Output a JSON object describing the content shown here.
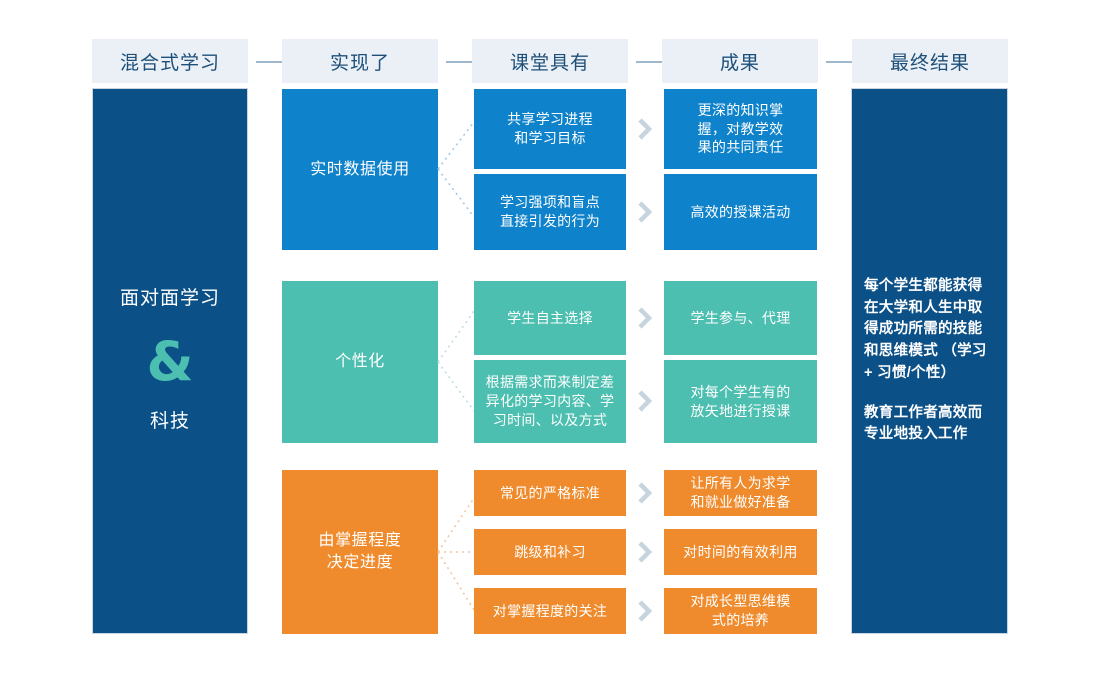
{
  "palette": {
    "navy": "#0b5087",
    "blue": "#0e82ca",
    "teal": "#4cbfb0",
    "orange": "#ef8b2c",
    "chip_bg": "#eaf0f6",
    "chip_text": "#1d4f79",
    "chevron": "#c6d4de",
    "page_bg": "#ffffff"
  },
  "headers": [
    {
      "label": "混合式学习"
    },
    {
      "label": "实现了"
    },
    {
      "label": "课堂具有"
    },
    {
      "label": "成果"
    },
    {
      "label": "最终结果"
    }
  ],
  "left_panel": {
    "line1": "面对面学习",
    "amp": "&",
    "line2": "科技"
  },
  "right_panel": {
    "para1": "每个学生都能获得\n在大学和人生中取\n得成功所需的技能\n和思维模式\n（学习 + 习惯/个性）",
    "para2": "教育工作者高效而\n专业地投入工作"
  },
  "rows": [
    {
      "name": "realtime-data",
      "color": "#0e82ca",
      "driver": "实时数据使用",
      "classroom": [
        "共享学习进程\n和学习目标",
        "学习强项和盲点\n直接引发的行为"
      ],
      "outcomes": [
        "更深的知识掌\n握，对教学效\n果的共同责任",
        "高效的授课活动"
      ]
    },
    {
      "name": "personalization",
      "color": "#4cbfb0",
      "driver": "个性化",
      "classroom": [
        "学生自主选择",
        "根据需求而来制定差\n异化的学习内容、学\n习时间、以及方式"
      ],
      "outcomes": [
        "学生参与、代理",
        "对每个学生有的\n放矢地进行授课"
      ]
    },
    {
      "name": "mastery-based",
      "color": "#ef8b2c",
      "driver": "由掌握程度\n决定进度",
      "classroom": [
        "常见的严格标准",
        "跳级和补习",
        "对掌握程度的关注"
      ],
      "outcomes": [
        "让所有人为求学\n和就业做好准备",
        "对时间的有效利用",
        "对成长型思维模\n式的培养"
      ]
    }
  ],
  "icons": {
    "chevron": "chevron-right-icon",
    "connector": "dotted-connector"
  }
}
